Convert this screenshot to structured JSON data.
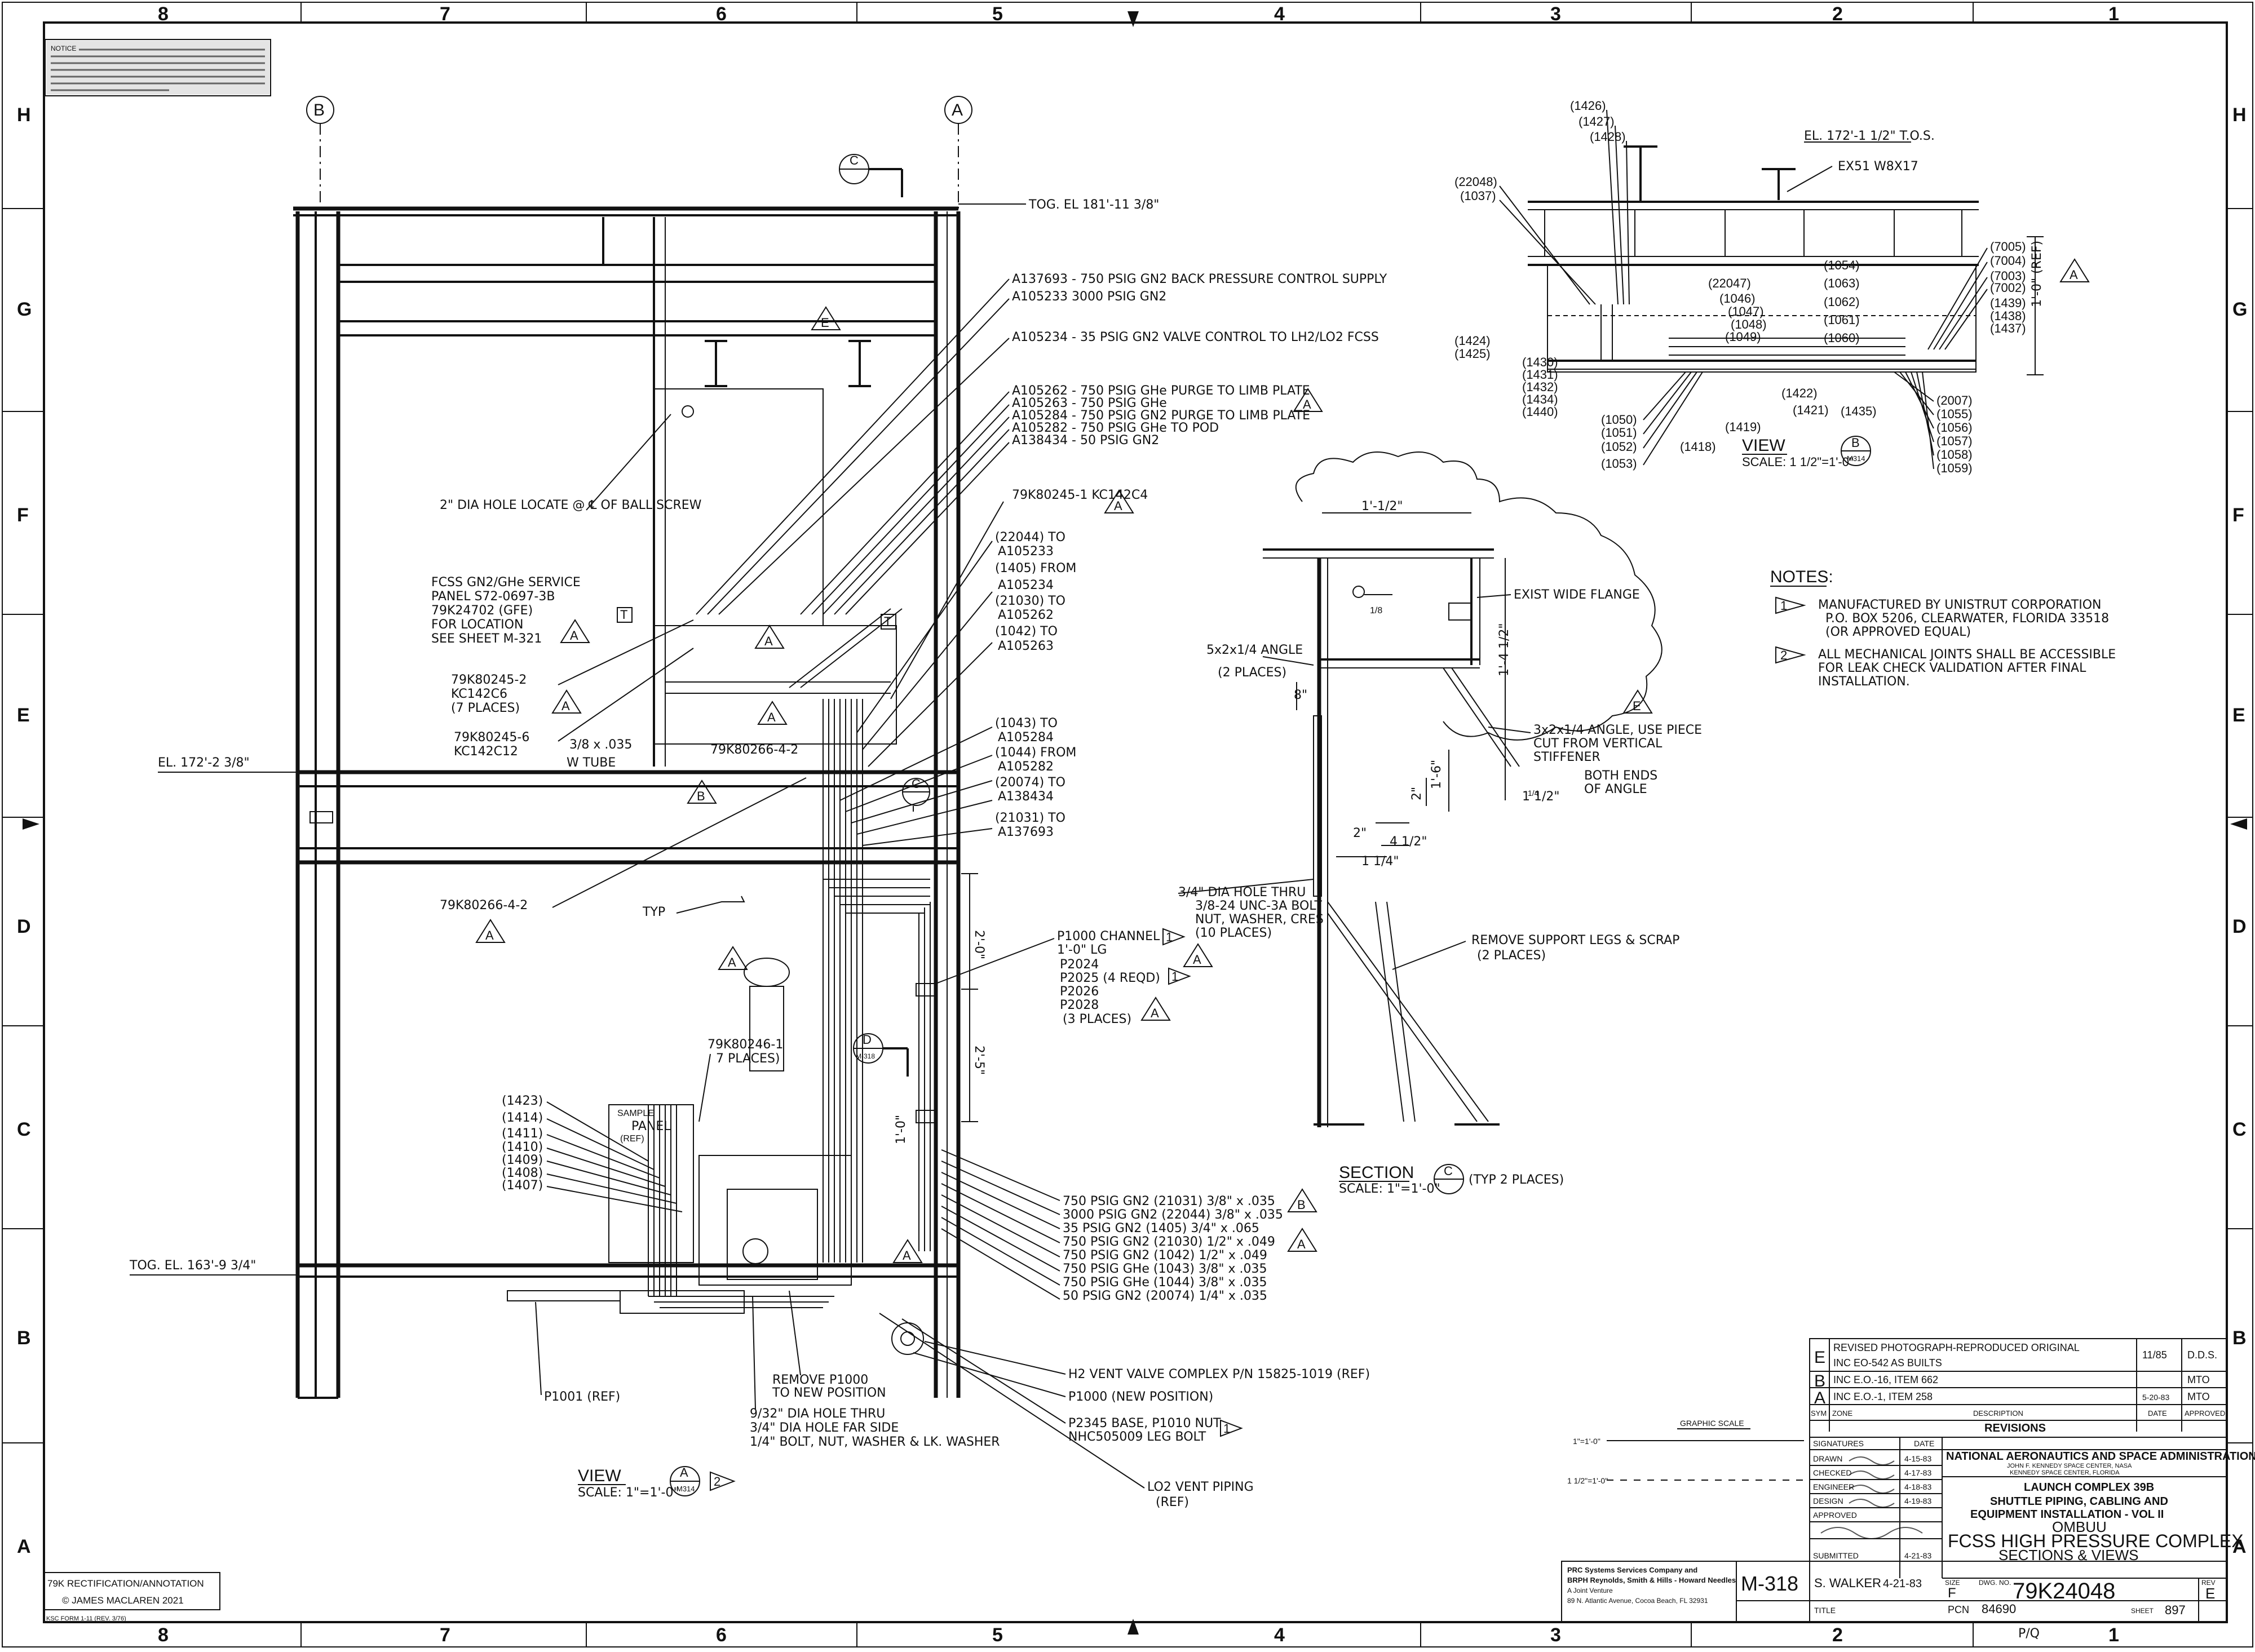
{
  "sheet": {
    "grid_columns": [
      "8",
      "7",
      "6",
      "5",
      "4",
      "3",
      "2",
      "1"
    ],
    "grid_rows": [
      "H",
      "G",
      "F",
      "E",
      "D",
      "C",
      "B",
      "A"
    ],
    "notice_block": "NOTICE",
    "rectification_note": "79K RECTIFICATION/ANNOTATION",
    "copyright": "© JAMES MACLAREN 2021",
    "form_number": "KSC FORM 1-11 (REV. 3/76)"
  },
  "grid_refs": {
    "b": "B",
    "a": "A"
  },
  "main_view": {
    "elevations": {
      "top": "TOG. EL 181'-11 3/8\"",
      "mid": "EL. 172'-2 3/8\"",
      "low": "TOG. EL. 163'-9 3/4\""
    },
    "callouts": [
      "A137693 - 750 PSIG GN2 BACK PRESSURE CONTROL SUPPLY",
      "A105233 3000 PSIG GN2",
      "A105234 - 35 PSIG GN2 VALVE CONTROL TO LH2/LO2 FCSS",
      "A105262 - 750 PSIG GHe PURGE TO LIMB PLATE",
      "A105263 - 750 PSIG GHe",
      "A105284 - 750 PSIG GN2 PURGE TO LIMB PLATE",
      "A105282 - 750 PSIG GHe TO POD",
      "A138434 - 50 PSIG GN2",
      "79K80245-1 KC142C4",
      "(22044) TO",
      "A105233",
      "(1405) FROM",
      "A105234",
      "(21030) TO",
      "A105262",
      "(1042) TO",
      "A105263",
      "(1043) TO",
      "A105284",
      "(1044) FROM",
      "A105282",
      "(20074) TO",
      "A138434",
      "(21031) TO",
      "A137693"
    ],
    "left_notes": [
      "2\" DIA HOLE LOCATE @ ℄ OF BALL SCREW",
      "FCSS GN2/GHe SERVICE",
      "PANEL S72-0697-3B",
      "79K24702 (GFE)",
      "FOR LOCATION",
      "SEE SHEET M-321",
      "79K80245-2",
      "KC142C6",
      "(7 PLACES)",
      "79K80245-6",
      "KC142C12",
      "3/8 x .035",
      "W TUBE",
      "79K80266-4-2",
      "79K80266-4-2",
      "TYP"
    ],
    "channel_note": [
      "P1000 CHANNEL",
      "1'-0\" LG",
      "P2024",
      "P2025 (4 REQD)",
      "P2026",
      "P2028",
      "(3 PLACES)"
    ],
    "dims": {
      "d1": "2'-0\"",
      "d2": "2'-5\"",
      "d3": "1'-0\""
    },
    "panel_labels": [
      "79K80246-1",
      "7 PLACES)",
      "SAMPLE",
      "PANEL",
      "(REF)"
    ],
    "lines_left": [
      "(1423)",
      "(1414)",
      "(1411)",
      "(1410)",
      "(1409)",
      "(1408)",
      "(1407)"
    ],
    "lines_right": [
      "750 PSIG GN2 (21031) 3/8\" x .035",
      "3000 PSIG GN2 (22044) 3/8\" x .035",
      "35 PSIG GN2 (1405) 3/4\" x .065",
      "750 PSIG GN2 (21030) 1/2\" x .049",
      "750 PSIG GN2 (1042) 1/2\" x .049",
      "750 PSIG GHe (1043) 3/8\" x .035",
      "750 PSIG GHe (1044) 3/8\" x .035",
      "50 PSIG GN2 (20074) 1/4\" x .035"
    ],
    "bottom_notes": [
      "H2 VENT VALVE COMPLEX P/N 15825-1019 (REF)",
      "P1000 (NEW POSITION)",
      "P2345 BASE, P1010 NUT",
      "NHC505009 LEG BOLT",
      "LO2 VENT PIPING",
      "(REF)",
      "REMOVE P1000",
      "TO NEW POSITION",
      "9/32\" DIA HOLE THRU",
      "3/4\" DIA HOLE FAR SIDE",
      "1/4\" BOLT, NUT, WASHER & LK. WASHER",
      "P1001 (REF)"
    ],
    "view_title": "VIEW",
    "view_scale": "SCALE: 1\"=1'-0\"",
    "view_sheet": "M314",
    "view_letter": "A",
    "section_d": "D",
    "section_d_sheet": "M-318",
    "rev_marks": {
      "a": "A",
      "b": "B",
      "e": "E",
      "t": "T",
      "c": "C",
      "n1": "1",
      "n2": "2"
    }
  },
  "section_c": {
    "title": "SECTION",
    "letter": "C",
    "scale": "SCALE: 1\"=1'-0\"",
    "qualifier": "(TYP 2 PLACES)",
    "dims": {
      "top": "1'-1/2\"",
      "side": "1'-4 1/2\"",
      "mid1": "1'-6\"",
      "mid2": "2\"",
      "eight": "8\"",
      "two": "2\"",
      "fourhalf": "4 1/2\"",
      "onequarter": "1 1/4\"",
      "onehalf": "1 1/2\"",
      "weld": "1/4",
      "weld2": "1/8"
    },
    "notes": [
      "EXIST WIDE FLANGE",
      "5x2x1/4 ANGLE",
      "(2 PLACES)",
      "3x2x1/4 ANGLE, USE PIECE",
      "CUT FROM VERTICAL",
      "STIFFENER",
      "BOTH ENDS",
      "OF ANGLE",
      "3/4\" DIA HOLE THRU",
      "3/8-24 UNC-3A BOLT",
      "NUT, WASHER, CRES",
      "(10 PLACES)",
      "REMOVE SUPPORT LEGS & SCRAP",
      "(2 PLACES)"
    ]
  },
  "view_b": {
    "title": "VIEW",
    "letter": "B",
    "scale": "SCALE: 1 1/2\"=1'-0\"",
    "sheet": "M314",
    "el_label": "EL. 172'-1 1/2\" T.O.S.",
    "beam": "EX51 W8X17",
    "ref_dim": "1'-0\" (REF)",
    "tags_top": [
      "(1426)",
      "(1427)",
      "(1428)",
      "(22048)",
      "(1037)"
    ],
    "tags_mid": [
      "(22047)",
      "(1046)",
      "(1047)",
      "(1048)",
      "(1049)",
      "(1054)",
      "(1063)",
      "(1062)",
      "(1061)",
      "(1060)"
    ],
    "tags_left": [
      "(1424)",
      "(1425)",
      "(1430)",
      "(1431)",
      "(1432)",
      "(1434)",
      "(1440)"
    ],
    "tags_bottom": [
      "(1050)",
      "(1051)",
      "(1052)",
      "(1053)",
      "(1418)",
      "(1419)",
      "(1421)",
      "(1422)",
      "(1435)"
    ],
    "tags_right": [
      "(7005)",
      "(7004)",
      "(7003)",
      "(7002)",
      "(1439)",
      "(1438)",
      "(1437)",
      "(2007)",
      "(1055)",
      "(1056)",
      "(1057)",
      "(1058)",
      "(1059)"
    ]
  },
  "notes": {
    "heading": "NOTES:",
    "items": [
      {
        "num": "1",
        "lines": [
          "MANUFACTURED BY UNISTRUT CORPORATION",
          "P.O. BOX 5206, CLEARWATER, FLORIDA 33518",
          "(OR APPROVED EQUAL)"
        ]
      },
      {
        "num": "2",
        "lines": [
          "ALL MECHANICAL JOINTS SHALL BE ACCESSIBLE",
          "FOR LEAK CHECK VALIDATION AFTER FINAL",
          "INSTALLATION."
        ]
      }
    ]
  },
  "revisions": {
    "rows": [
      {
        "sym": "E",
        "desc": "REVISED PHOTOGRAPH-REPRODUCED ORIGINAL",
        "desc2": "INC EO-542                    AS BUILTS",
        "date": "11/85",
        "appr": "D.D.S."
      },
      {
        "sym": "B",
        "desc": "INC E.O.-16, ITEM 662",
        "date": "",
        "appr": "MTO"
      },
      {
        "sym": "A",
        "desc": "INC E.O.-1, ITEM 258",
        "date": "5-20-83",
        "appr": "MTO"
      }
    ],
    "header": {
      "sym": "SYM",
      "zone": "ZONE",
      "desc": "DESCRIPTION",
      "date": "DATE",
      "appr": "APPROVED"
    },
    "section_title": "REVISIONS"
  },
  "graphic_scale": {
    "title": "GRAPHIC SCALE",
    "s1": "1\"=1'-0\"",
    "s2": "1 1/2\"=1'-0\""
  },
  "title_block": {
    "agency": "NATIONAL AERONAUTICS AND SPACE ADMINISTRATION",
    "center": "JOHN F. KENNEDY SPACE CENTER, NASA",
    "location": "KENNEDY SPACE CENTER, FLORIDA",
    "complex": "LAUNCH COMPLEX 39B",
    "project1": "SHUTTLE PIPING, CABLING AND",
    "project2": "EQUIPMENT INSTALLATION - VOL II",
    "ombuu": "OMBUU",
    "title1": "FCSS HIGH PRESSURE COMPLEX",
    "title2": "SECTIONS & VIEWS",
    "sig_labels": [
      "SIGNATURES",
      "DRAWN",
      "CHECKED",
      "ENGINEER",
      "DESIGN",
      "APPROVED",
      "SUBMITTED"
    ],
    "date_label": "DATE",
    "dates": [
      "4-15-83",
      "4-17-83",
      "4-18-83",
      "4-19-83",
      "4-21-83"
    ],
    "contractor": "PRC Systems Services Company and",
    "contractor2": "BRPH Reynolds, Smith & Hills - Howard Needles",
    "contractor3": "A Joint Venture",
    "contractor4": "89 N. Atlantic Avenue, Cocoa Beach, FL 32931",
    "sheet_id": "M-318",
    "drawn_by": "S. WALKER",
    "drawn_date": "4-21-83",
    "size_label": "SIZE",
    "size": "F",
    "dwg_label": "DWG. NO.",
    "dwg_no": "79K24048",
    "rev_label": "REV",
    "rev": "E",
    "pcn_label": "PCN",
    "pcn": "84690",
    "sheet_label": "SHEET",
    "sheet_no": "897",
    "title_label": "TITLE",
    "pq": "P/Q"
  }
}
